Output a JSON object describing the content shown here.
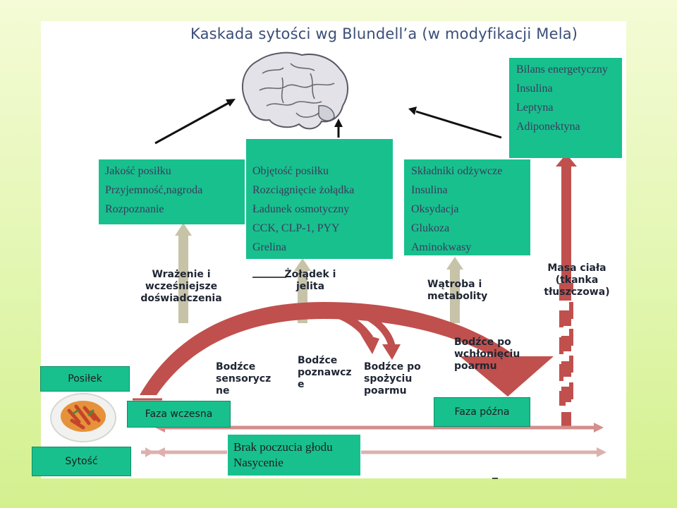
{
  "title": "Kaskada sytości wg Blundell’a (w modyfikacji Mela)",
  "boxes": {
    "top_right": [
      "Bilans energetyczny",
      "Insulina",
      "Leptyna",
      "Adiponektyna"
    ],
    "left": [
      "Jakość posiłku",
      "Przyjemność,nagroda",
      "Rozpoznanie"
    ],
    "center": [
      "Objętość posiłku",
      "Rozciągnięcie żołądka",
      "Ładunek osmotyczny",
      "CCK, CLP-1, PYY",
      "Grelina"
    ],
    "right": [
      "Składniki odżywcze",
      "Insulina",
      "Oksydacja",
      "Glukoza",
      "Aminokwasy"
    ]
  },
  "arrow_labels": {
    "left": [
      "Wrażenie i",
      "wcześniejsze",
      "doświadczenia"
    ],
    "center": [
      "Żołądek i",
      "jelita"
    ],
    "right": [
      "Wątroba i",
      "metabolity"
    ],
    "far_right": [
      "Masa ciała",
      "(tkanka",
      "tłuszczowa)"
    ]
  },
  "stimuli": {
    "sensory": [
      "Bodźce",
      "sensorycz",
      "ne"
    ],
    "cognitive": [
      "Bodźce",
      "poznawcz",
      "e"
    ],
    "post_ingestive": [
      "Bodźce po",
      "spożyciu",
      "poarmu"
    ],
    "post_absorptive": [
      "Bodźce po",
      "wchłonięciu",
      "poarmu"
    ]
  },
  "side_labels": {
    "meal": "Posiłek",
    "satiety": "Sytość",
    "early_phase": "Faza wczesna",
    "late_phase": "Faza późna"
  },
  "bottom_box": [
    "Brak poczucia głodu",
    "Nasycenie"
  ]
}
